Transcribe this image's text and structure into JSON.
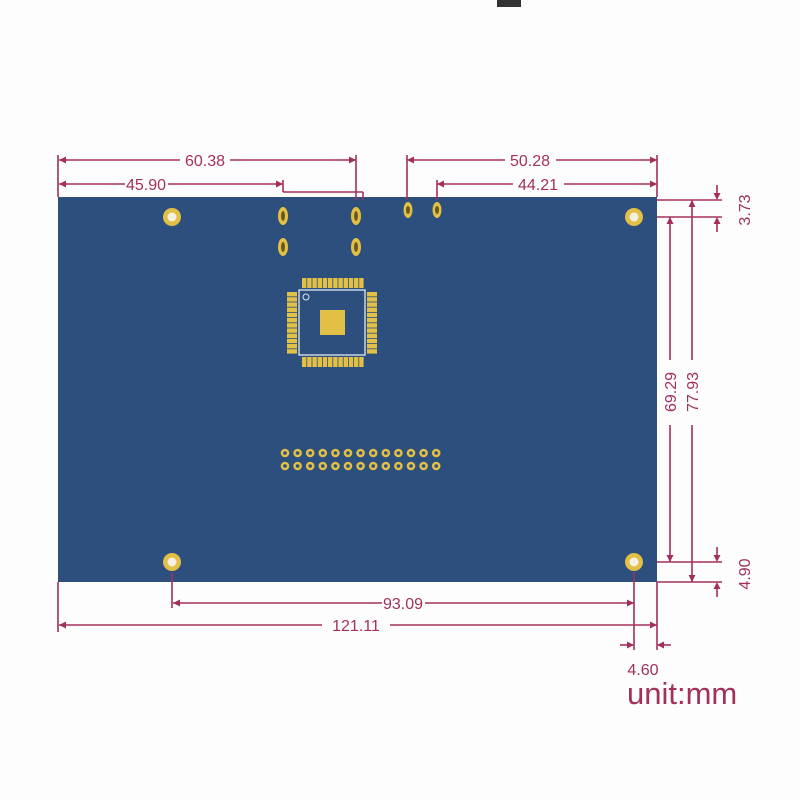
{
  "colors": {
    "board": "#2d4f7d",
    "pad": "#e2bf45",
    "dimension": "#a3305c",
    "silkscreen": "#dfe9f5"
  },
  "dimensions": {
    "top_left_outer": "60.38",
    "top_left_inner": "45.90",
    "top_right_outer": "50.28",
    "top_right_inner": "44.21",
    "right_top_offset": "3.73",
    "right_inner_height": "69.29",
    "right_outer_height": "77.93",
    "right_bottom_offset": "4.90",
    "bottom_inner_width": "93.09",
    "bottom_outer_width": "121.11",
    "bottom_right_offset": "4.60"
  },
  "unit_label": "unit:mm",
  "header": {
    "columns": 13,
    "rows": 2
  }
}
